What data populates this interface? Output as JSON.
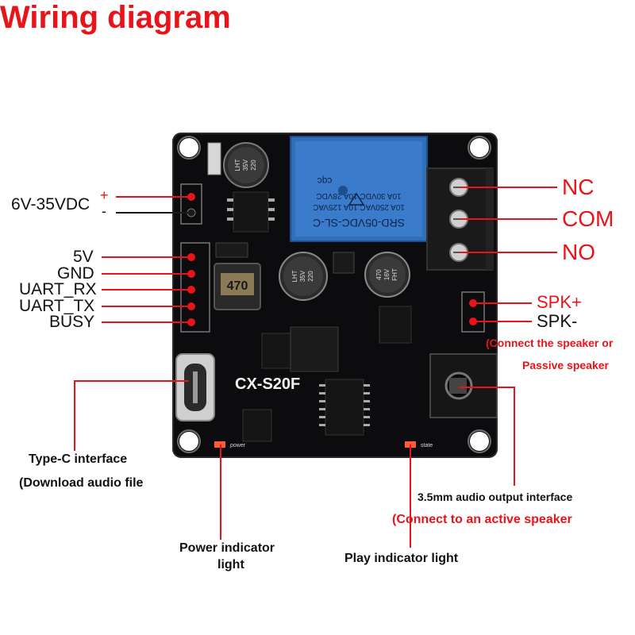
{
  "title": "Wiring diagram",
  "colors": {
    "title": "#e8141a",
    "leader_line": "#e8141a",
    "board": "#0c0c0e",
    "relay": "#2f6fb8"
  },
  "board": {
    "model_label": "CX-S20F",
    "relay_text_lines": [
      "SRD-05VDC-SL-C",
      "10A 250VAC 10A 125VAC",
      "10A 30VDC 10A 28VDC"
    ],
    "relay_brand": "cqc",
    "inductor_value": "470",
    "cap_small_text": [
      "LHT",
      "35V",
      "220"
    ],
    "cap_mid_text": [
      "LHT",
      "35V",
      "220"
    ],
    "cap_right_text": [
      "470",
      "16V",
      "FHT"
    ],
    "led_power_label": "power",
    "led_state_label": "state"
  },
  "labels": {
    "power_input": "6V-35VDC",
    "power_plus": "+",
    "power_minus": "-",
    "pin_5v": "5V",
    "pin_gnd": "GND",
    "pin_uart_rx": "UART_RX",
    "pin_uart_tx": "UART_TX",
    "pin_busy": "BUSY",
    "relay_nc": "NC",
    "relay_com": "COM",
    "relay_no": "NO",
    "spk_plus": "SPK+",
    "spk_minus": "SPK-",
    "spk_note_1": "(Connect the speaker or",
    "spk_note_2": "Passive speaker",
    "typec_title": "Type-C interface",
    "typec_note": "(Download audio file",
    "audio_out_title": "3.5mm audio output interface",
    "audio_out_note": "(Connect to an active speaker",
    "power_led_line1": "Power indicator",
    "power_led_line2": "light",
    "play_led": "Play indicator light"
  }
}
